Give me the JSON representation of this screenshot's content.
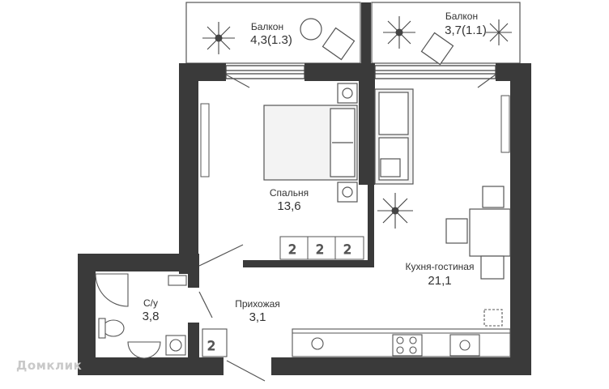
{
  "rooms": {
    "balcony_left": {
      "name": "Балкон",
      "area": "4,3(1.3)"
    },
    "balcony_right": {
      "name": "Балкон",
      "area": "3,7(1.1)"
    },
    "bedroom": {
      "name": "Спальня",
      "area": "13,6"
    },
    "kitchen": {
      "name": "Кухня-гостиная",
      "area": "21,1"
    },
    "bathroom": {
      "name": "С/у",
      "area": "3,8"
    },
    "hallway": {
      "name": "Прихожая",
      "area": "3,1"
    }
  },
  "watermark": "Домклик",
  "colors": {
    "wall": "#3a3a3a",
    "line": "#555555",
    "background": "#ffffff"
  }
}
